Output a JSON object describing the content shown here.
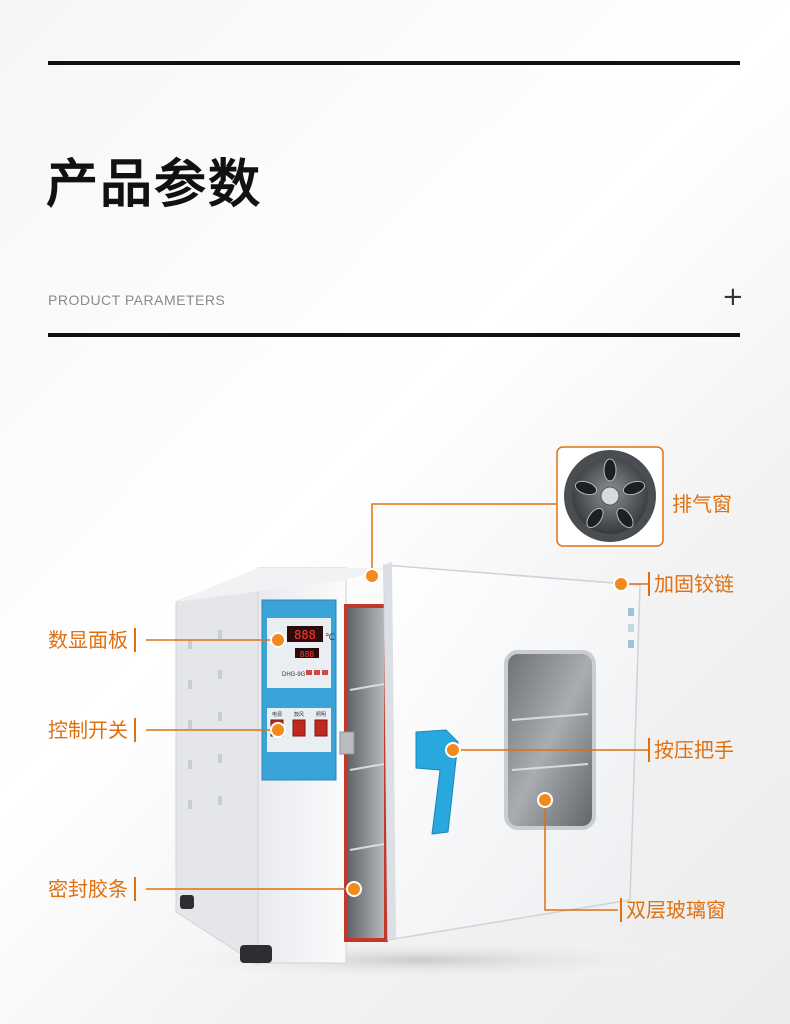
{
  "header": {
    "title": "产品参数",
    "subtitle": "PRODUCT PARAMETERS",
    "plus_symbol": "+"
  },
  "colors": {
    "accent": "#e0700f",
    "panel_blue": "#3aa3d8",
    "handle_blue": "#29a8e0",
    "rule": "#111111"
  },
  "callouts": {
    "vent": "排气窗",
    "hinge": "加固铰链",
    "display_panel": "数显面板",
    "control_switch": "控制开关",
    "press_handle": "按压把手",
    "seal_strip": "密封胶条",
    "double_glass": "双层玻璃窗"
  },
  "panel": {
    "display_main": "888",
    "display_unit": "℃",
    "display_set": "888",
    "model_text": "DHG-9G",
    "switch_labels": [
      "电源",
      "鼓风",
      "照明"
    ]
  }
}
